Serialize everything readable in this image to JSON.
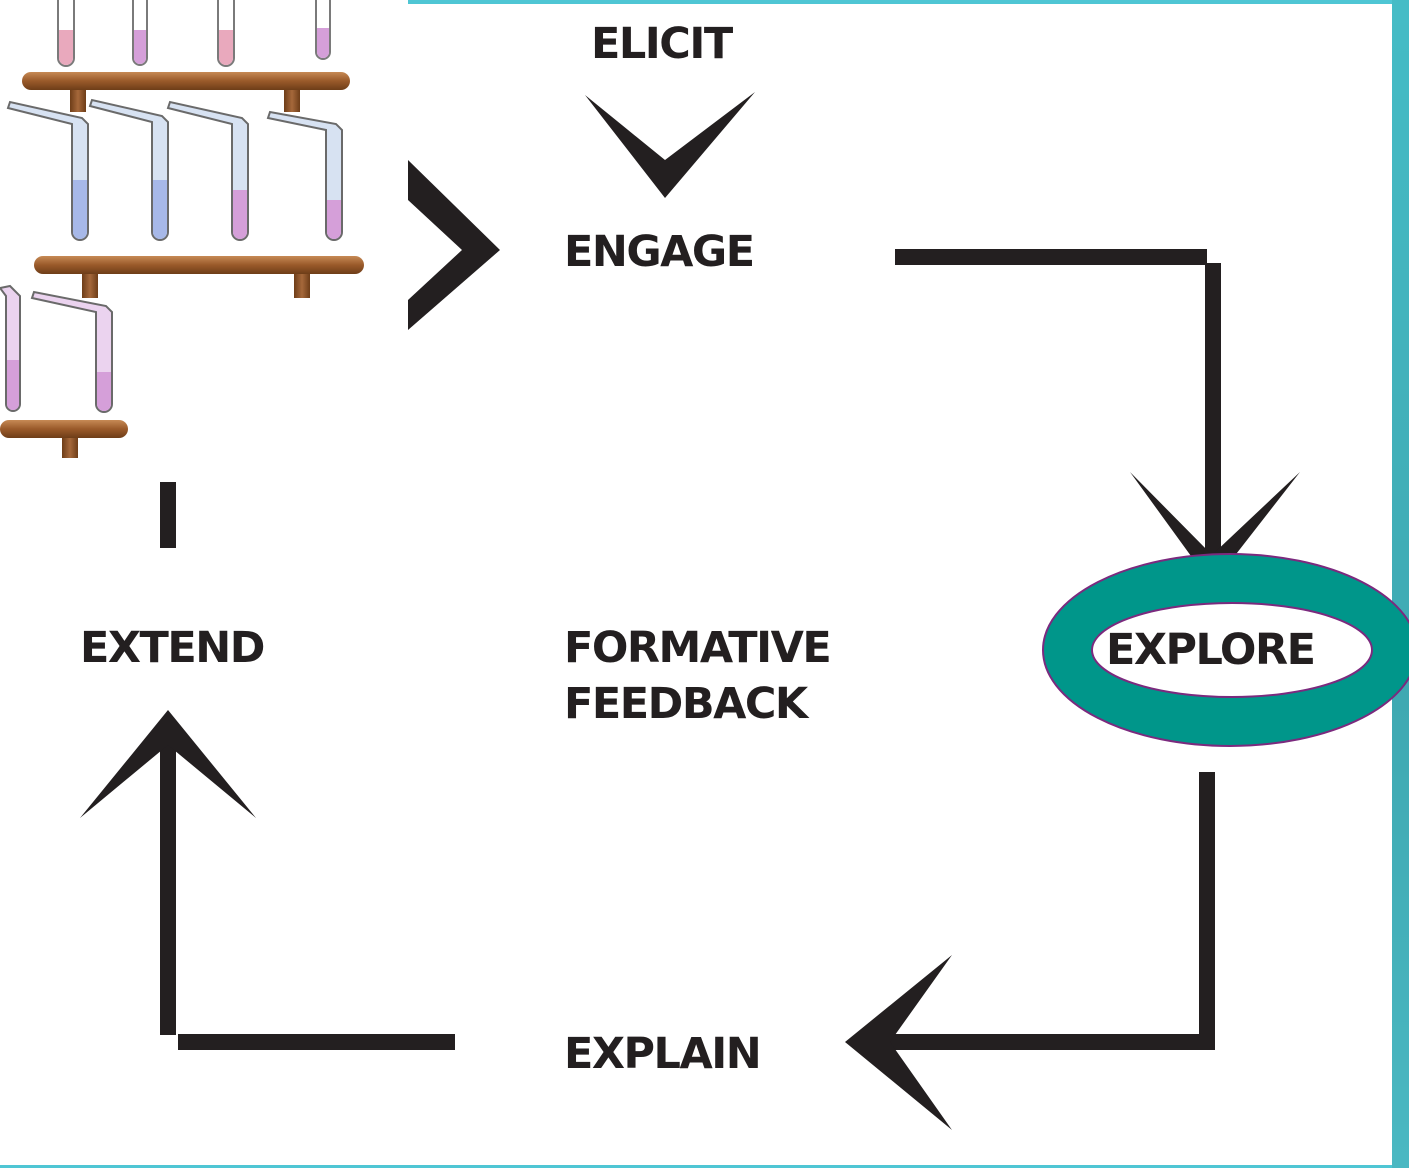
{
  "labels": {
    "elicit": "ELICIT",
    "engage": "ENGAGE",
    "explore": "EXPLORE",
    "explain": "EXPLAIN",
    "extend": "EXTEND",
    "formative_line1": "FORMATIVE",
    "formative_line2": "FEEDBACK"
  },
  "colors": {
    "frame": "#4fc6d4",
    "arrow": "#231f20",
    "highlight_ring": "#00968a",
    "highlight_outline": "#7b2a7e",
    "stand_wood": "#9a5a2a",
    "liquid_pink": "#e9a9bd",
    "liquid_purple": "#d59fd9",
    "liquid_blue": "#a7b8e8"
  },
  "illustration": {
    "subject": "test tubes on wooden racks",
    "icon": "test-tube-rack-icon"
  }
}
